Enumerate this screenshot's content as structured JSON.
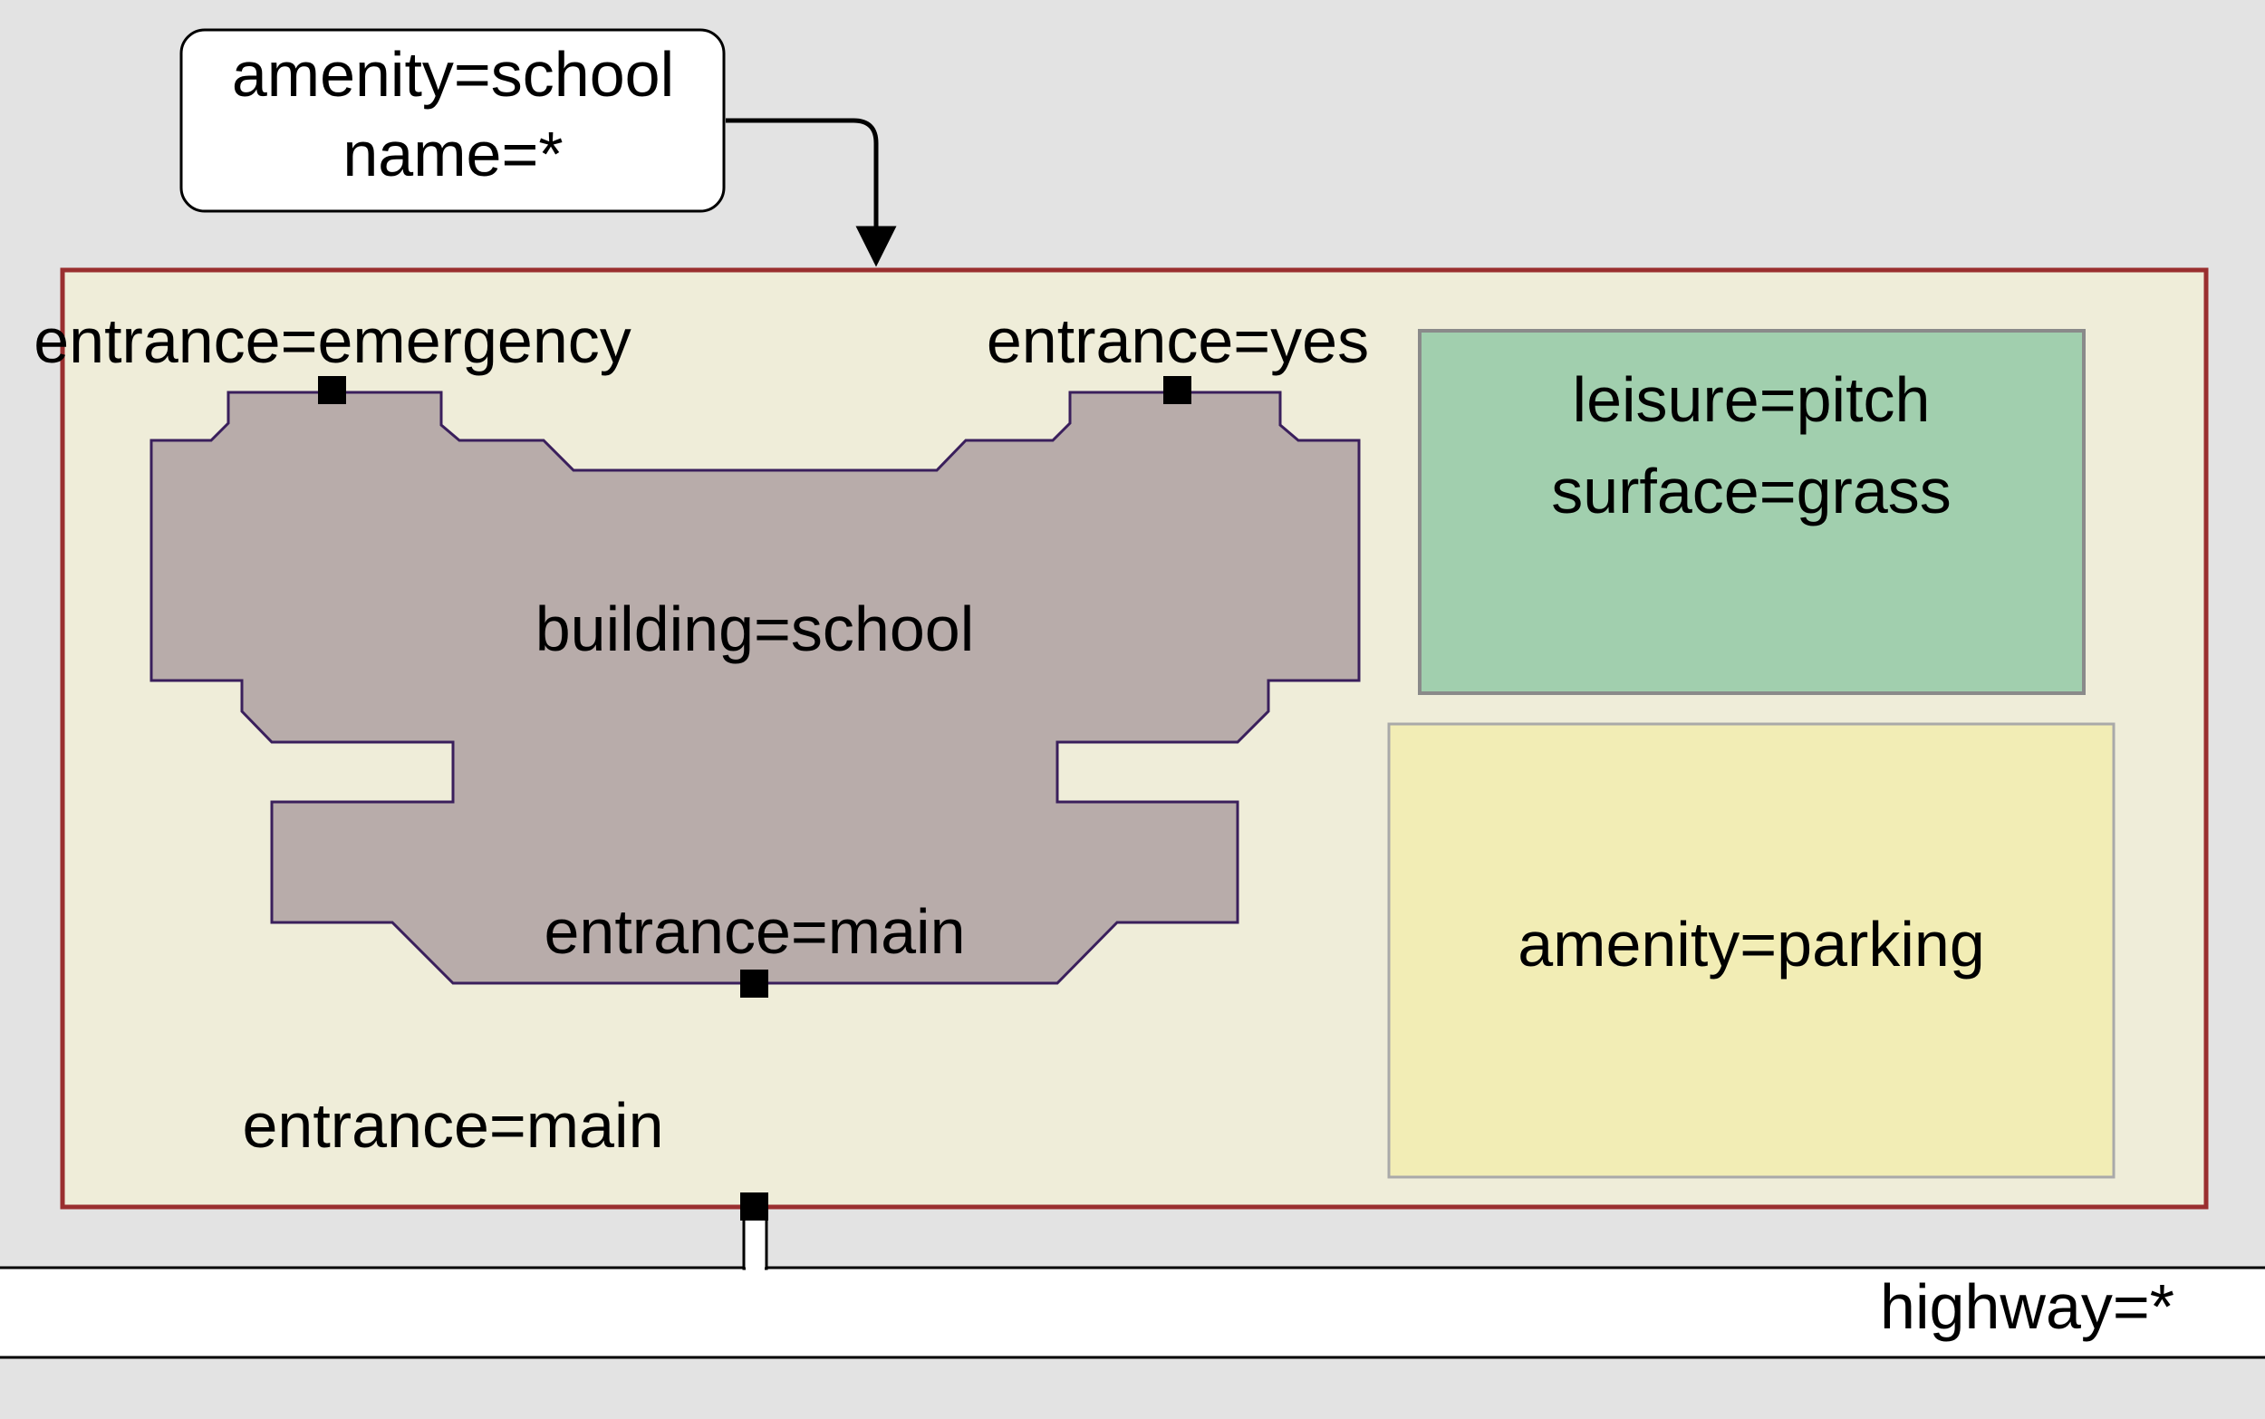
{
  "school_tag": {
    "line1": "amenity=school",
    "line2": "name=*"
  },
  "labels": {
    "entrance_emergency": "entrance=emergency",
    "entrance_yes": "entrance=yes",
    "building": "building=school",
    "entrance_main_building": "entrance=main",
    "entrance_main_gate": "entrance=main",
    "pitch_line1": "leisure=pitch",
    "pitch_line2": "surface=grass",
    "parking": "amenity=parking",
    "highway": "highway=*"
  },
  "colors": {
    "background": "#e3e3e3",
    "school_area_fill": "#efedd9",
    "school_area_border": "#9a2f2f",
    "building_fill": "#b8acaa",
    "building_border": "#3a1f5c",
    "pitch_fill": "#a1cfae",
    "pitch_border": "#8a8a8a",
    "parking_fill": "#f2edb5",
    "parking_border": "#a9a9a9",
    "road_fill": "#ffffff",
    "node_fill": "#000000"
  }
}
